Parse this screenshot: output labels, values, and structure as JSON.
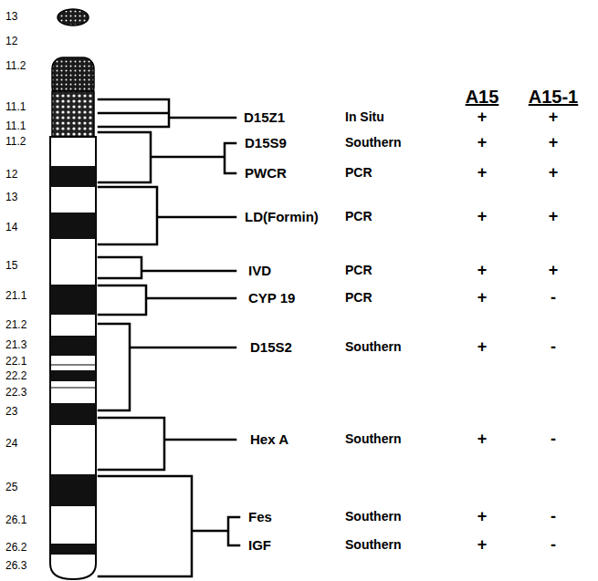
{
  "diagram": {
    "labels": [
      "13",
      "12",
      "11.2",
      "11.1",
      "11.1",
      "11.2",
      "12",
      "13",
      "14",
      "15",
      "21.1",
      "21.2",
      "21.3",
      "22.1",
      "22.2",
      "22.3",
      "23",
      "24",
      "25",
      "26.1",
      "26.2",
      "26.3",
      "A15",
      "A15-1",
      "D15Z1",
      "In Situ",
      "+",
      "+",
      "D15S9",
      "Southern",
      "+",
      "+",
      "PWCR",
      "PCR",
      "+",
      "+",
      "LD(Formin)",
      "PCR",
      "+",
      "+",
      "IVD",
      "PCR",
      "+",
      "+",
      "CYP 19",
      "PCR",
      "+",
      "-",
      "D15S2",
      "Southern",
      "+",
      "-",
      "Hex A",
      "Southern",
      "+",
      "-",
      "Fes",
      "Southern",
      "+",
      "-",
      "IGF",
      "Southern",
      "+",
      "-"
    ]
  }
}
